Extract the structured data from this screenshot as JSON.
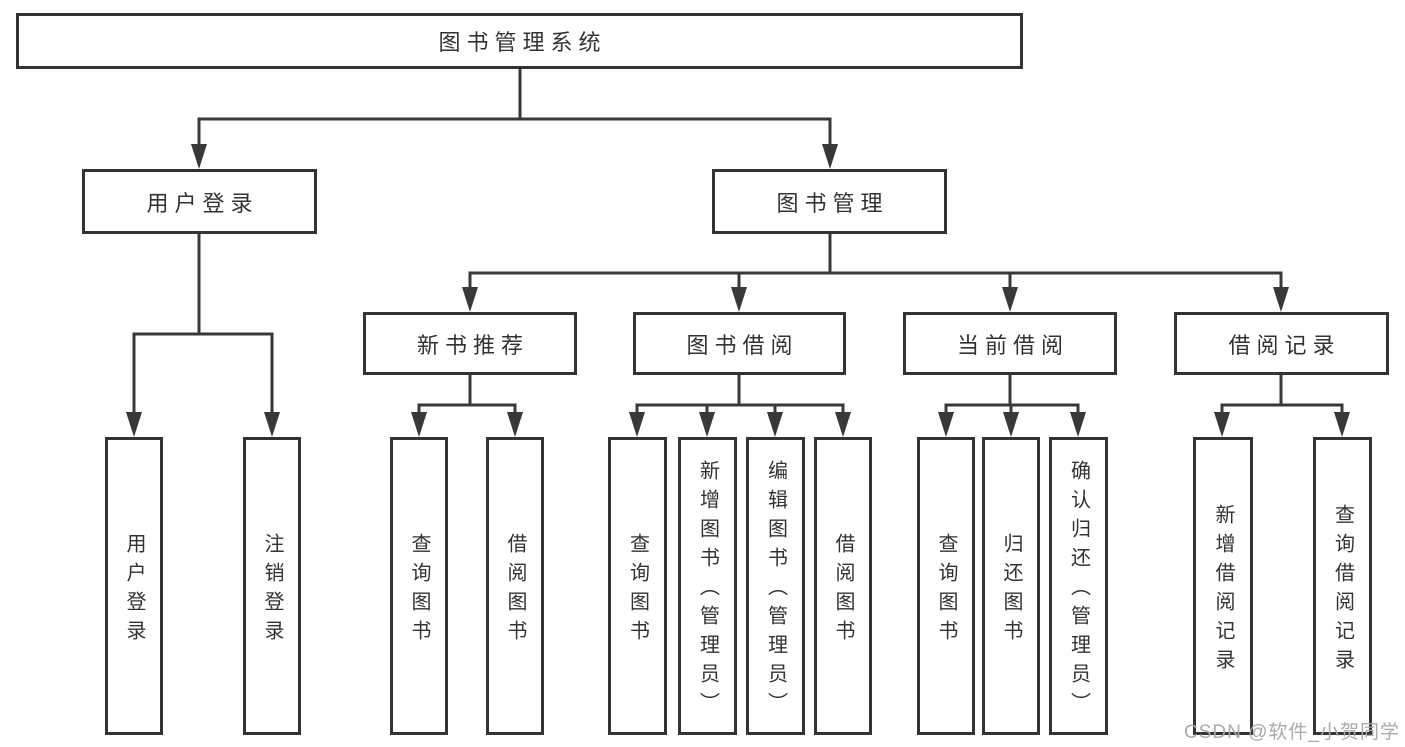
{
  "diagram": {
    "title": "图书管理系统",
    "nodes": {
      "root": "图书管理系统",
      "l2": [
        "用户登录",
        "图书管理"
      ],
      "l3": [
        "新书推荐",
        "图书借阅",
        "当前借阅",
        "借阅记录"
      ],
      "leaves": [
        "用户登录",
        "注销登录",
        "查询图书",
        "借阅图书",
        "查询图书",
        "新增图书（管理员）",
        "编辑图书（管理员）",
        "借阅图书",
        "查询图书",
        "归还图书",
        "确认归还（管理员）",
        "新增借阅记录",
        "查询借阅记录"
      ]
    },
    "colors": {
      "line": "#383838",
      "box_border": "#333333",
      "text": "#333333",
      "background": "#ffffff",
      "watermark_text_color": "#aba9a9"
    }
  },
  "watermark": {
    "text": "CSDN @软件_小贺同学"
  }
}
